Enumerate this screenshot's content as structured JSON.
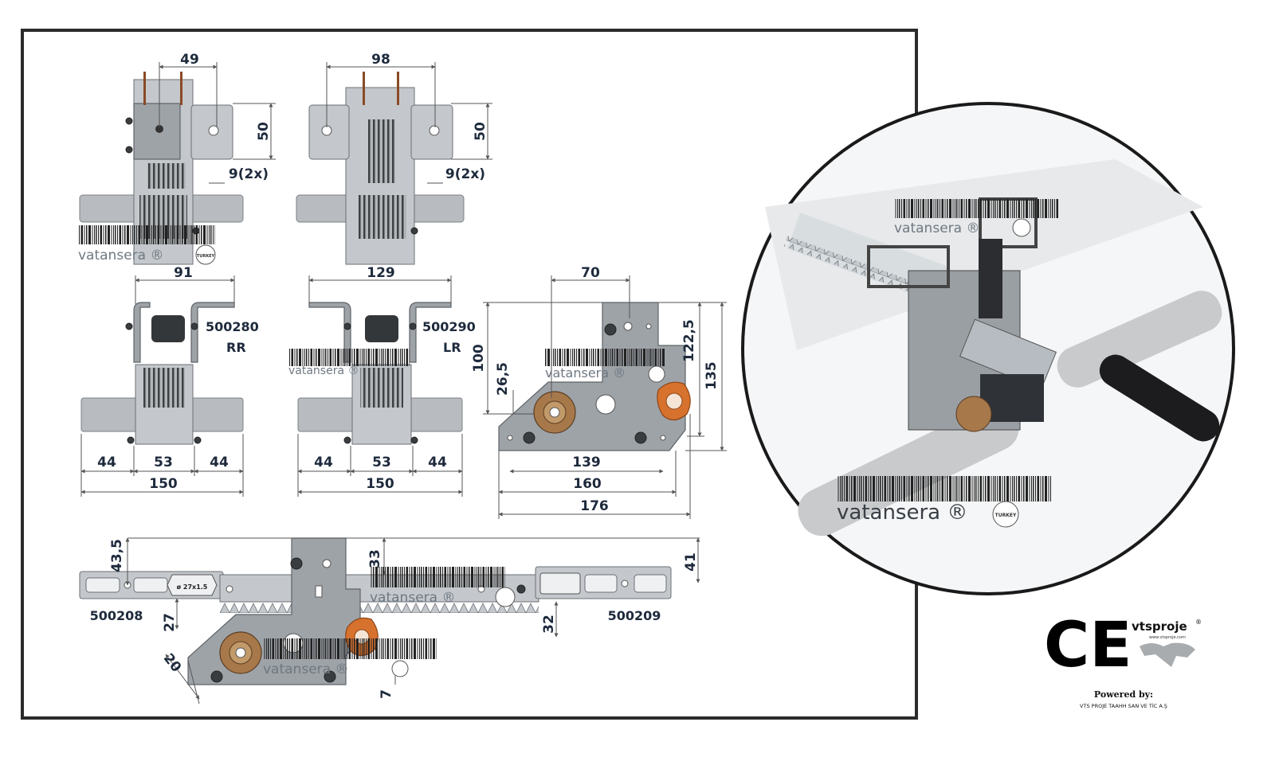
{
  "dimensions": {
    "top_left": {
      "width": "49",
      "height": "50",
      "hole": "9(2x)"
    },
    "top_mid": {
      "width": "98",
      "height": "50",
      "hole": "9(2x)"
    },
    "mid_left": {
      "top": "91",
      "part": "500280",
      "code": "RR",
      "seg_left": "44",
      "seg_mid": "53",
      "seg_right": "44",
      "total": "150"
    },
    "mid_mid": {
      "top": "129",
      "part": "500290",
      "code": "LR",
      "seg_left": "44",
      "seg_mid": "53",
      "seg_right": "44",
      "total": "150"
    },
    "side_view": {
      "top": "70",
      "h100": "100",
      "h26": "26,5",
      "h122": "122,5",
      "h135": "135",
      "w139": "139",
      "w160": "160",
      "w176": "176"
    },
    "rack": {
      "h43": "43,5",
      "h27": "27",
      "angle": "20",
      "h33": "33",
      "h7": "7",
      "h32": "32",
      "h41": "41",
      "part_left": "500208",
      "part_right": "500209",
      "stamp": "ø 27x1.5"
    }
  },
  "watermark": {
    "brand": "vatansera ®",
    "badge": "TURKEY"
  },
  "logo": {
    "ce": "CE",
    "brand": "vtsproje",
    "reg": "®",
    "site": "www.vtsproje.com"
  },
  "footer": {
    "powered": "Powered by:",
    "company": "VTS PROJE TAAHH SAN VE TİC A.Ş"
  },
  "colors": {
    "frame": "#2b2b2b",
    "steel": "#9ea3a8",
    "orange": "#d6722e",
    "dim_text": "#1e2a3c"
  }
}
